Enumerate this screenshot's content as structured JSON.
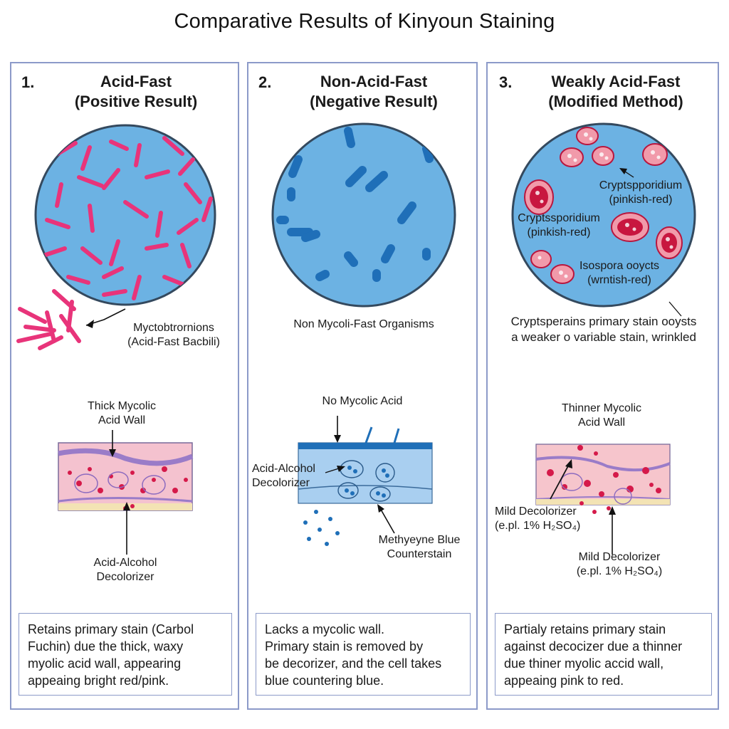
{
  "title": "Comparative Results of Kinyoun Staining",
  "panels": [
    {
      "number": "1.",
      "heading": [
        "Acid-Fast",
        "(Positive Result)"
      ],
      "organism_label": [
        "Myctobtrornions",
        "(Acid-Fast Bacbili)"
      ],
      "wall_label": [
        "Thick Mycolic",
        "Acid Wall"
      ],
      "decolorizer_label": [
        "Acid-Alcohol",
        "Decolorizer"
      ],
      "note": [
        "Retains primary stain (Carbol",
        "Fuchin) due the thick, waxy",
        "myolic acid wall, appearing",
        "appeaing bright red/pink."
      ]
    },
    {
      "number": "2.",
      "heading": [
        "Non-Acid-Fast",
        "(Negative Result)"
      ],
      "organism_label": "Non Mycoli-Fast Organisms",
      "wall_label": "No Mycolic Acid",
      "decolorizer_label": [
        "Acid-Alcohol",
        "Decolorizer"
      ],
      "counterstain_label": [
        "Methyeyne Blue",
        "Counterstain"
      ],
      "note": [
        "Lacks a mycolic wall.",
        "Primary stain is removed by",
        "be decorizer, and the cell takes",
        "blue countering blue."
      ]
    },
    {
      "number": "3.",
      "heading": [
        "Weakly Acid-Fast",
        "(Modified Method)"
      ],
      "label_a": [
        "Cryptspporidium",
        "(pinkish-red)"
      ],
      "label_b": [
        "Cryptssporidium",
        "(pinkish-red)"
      ],
      "label_c": [
        "Isospora ooycts",
        "(wrntish-red)"
      ],
      "desc": [
        "Cryptsperains primary stain ooysts",
        "a weaker o variable stain, wrinkled"
      ],
      "wall_label": [
        "Thinner Mycolic",
        "Acid Wall"
      ],
      "decolorizer_label_1": [
        "Mild Decolorizer",
        "(e.pl. 1% H₂SO₄)"
      ],
      "decolorizer_label_2": [
        "Mild Decolorizer",
        "(e.pl. 1% H₂SO₄)"
      ],
      "note": [
        "Partialy retains primary stain",
        "against decocizer due a thinner",
        "due thiner myolic accid wall,",
        "appeaing pink to red."
      ]
    }
  ],
  "colors": {
    "field_blue": "#6cb2e3",
    "field_edge": "#34495e",
    "rod_pink": "#e8347a",
    "rod_blue": "#1f6fb8",
    "wall_pink": "#f4c2cf",
    "wall_purple": "#b59ad6",
    "dot_red": "#d51a4a",
    "panel_border": "#8c9ac9"
  }
}
